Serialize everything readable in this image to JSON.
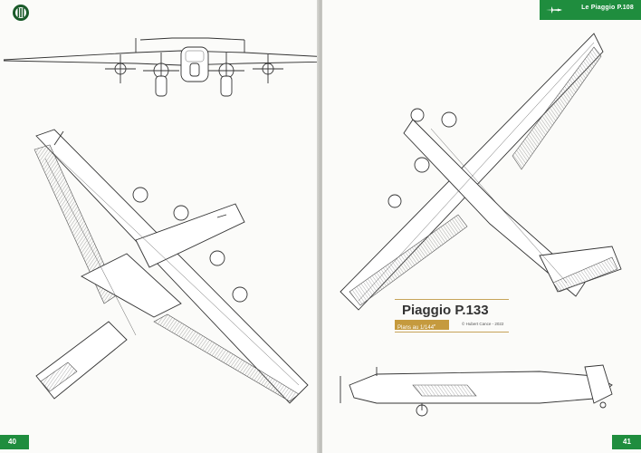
{
  "header": {
    "title": "Le Piaggio P.108"
  },
  "plan": {
    "name": "Piaggio P.133",
    "scale_prefix": "Plans au 1/144",
    "scale_sup": "e",
    "credit": "© Hubert Cance - 2022"
  },
  "pages": {
    "left_number": "40",
    "right_number": "41"
  },
  "colors": {
    "accent_green": "#1f8d3e",
    "gold": "#c59a3e"
  },
  "icons": {
    "roundel": "italian-roundel-icon",
    "header_mark": "plane-silhouette-icon"
  }
}
